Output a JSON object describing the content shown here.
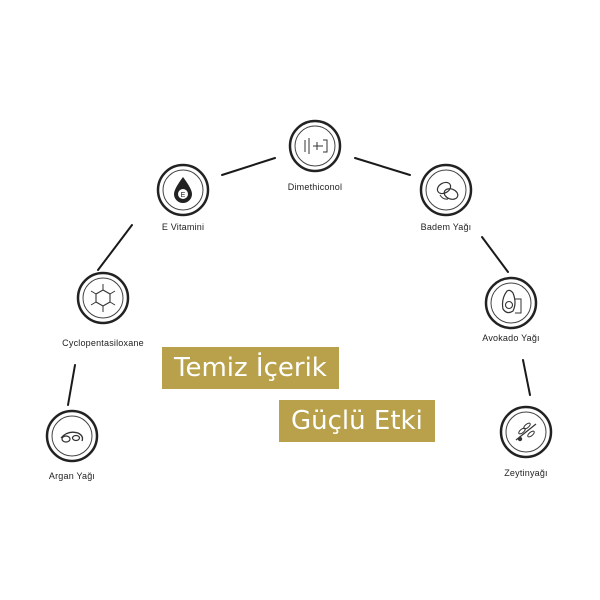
{
  "headline": {
    "line1": "Temiz İçerik",
    "line2": "Güçlü Etki"
  },
  "ingredients": [
    {
      "id": "argan",
      "label": "Argan Yağı",
      "icon": "argan-nut-icon"
    },
    {
      "id": "cyclopentasiloxane",
      "label": "Cyclopentasiloxane",
      "icon": "molecule-icon"
    },
    {
      "id": "evitamini",
      "label": "E Vitamini",
      "icon": "vitamin-e-drop-icon"
    },
    {
      "id": "dimethiconol",
      "label": "Dimethiconol",
      "icon": "chemical-structure-icon"
    },
    {
      "id": "badem",
      "label": "Badem Yağı",
      "icon": "almond-icon"
    },
    {
      "id": "avokado",
      "label": "Avokado Yağı",
      "icon": "avocado-icon"
    },
    {
      "id": "zeytin",
      "label": "Zeytinyağı",
      "icon": "olive-branch-icon"
    }
  ],
  "colors": {
    "accent": "#b8a14a",
    "line": "#1a1a1a"
  }
}
